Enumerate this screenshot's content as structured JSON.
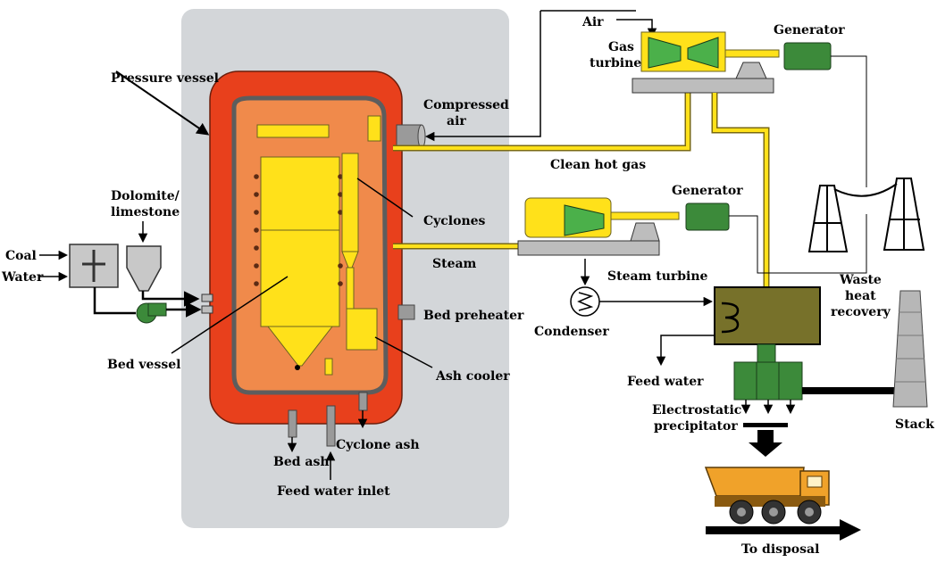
{
  "labels": {
    "pressure_vessel": "Pressure vessel",
    "dolomite_1": "Dolomite/",
    "dolomite_2": "limestone",
    "coal": "Coal",
    "water": "Water",
    "bed_vessel": "Bed vessel",
    "cyclones": "Cyclones",
    "compressed_air_1": "Compressed",
    "compressed_air_2": "air",
    "air": "Air",
    "gas_turbine_1": "Gas",
    "gas_turbine_2": "turbine",
    "generator_top": "Generator",
    "clean_hot_gas": "Clean hot gas",
    "generator_mid": "Generator",
    "steam": "Steam",
    "steam_turbine": "Steam turbine",
    "bed_preheater": "Bed preheater",
    "ash_cooler": "Ash cooler",
    "condenser": "Condenser",
    "feed_water": "Feed water",
    "waste_1": "Waste",
    "waste_2": "heat",
    "waste_3": "recovery",
    "esp_1": "Electrostatic",
    "esp_2": "precipitator",
    "stack": "Stack",
    "to_disposal": "To disposal",
    "bed_ash": "Bed ash",
    "cyclone_ash": "Cyclone ash",
    "feed_water_inlet": "Feed water inlet"
  },
  "colors": {
    "vessel_red": "#e8401c",
    "vessel_orange": "#f08a4b",
    "yellow": "#ffe11a",
    "gray_panel": "#d3d6d9",
    "green": "#3c8a3a",
    "olive": "#77712a"
  }
}
